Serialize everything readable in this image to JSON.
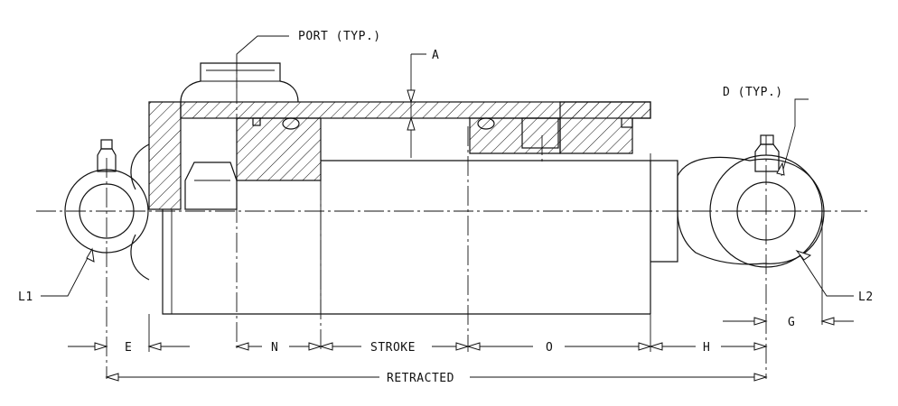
{
  "drawing": {
    "labels": {
      "port": "PORT (TYP.)",
      "a": "A",
      "d": "D (TYP.)",
      "l1": "L1",
      "l2": "L2",
      "g": "G",
      "e": "E",
      "n": "N",
      "stroke": "STROKE",
      "o": "O",
      "h": "H",
      "retracted": "RETRACTED"
    }
  }
}
